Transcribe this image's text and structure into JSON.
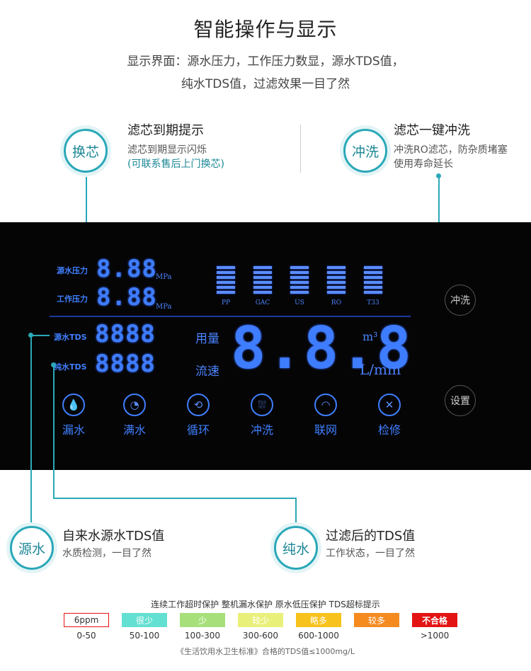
{
  "header": {
    "title": "智能操作与显示",
    "line1": "显示界面：源水压力，工作压力数显，源水TDS值，",
    "line2": "纯水TDS值，过滤效果一目了然"
  },
  "callouts": {
    "filter_change": {
      "badge": "换芯",
      "title": "滤芯到期提示",
      "desc1": "滤芯到期显示闪烁",
      "desc2": "(可联系售后上门换芯)"
    },
    "flush": {
      "badge": "冲洗",
      "title": "滤芯一键冲洗",
      "desc1": "冲洗RO滤芯，防杂质堵塞",
      "desc2": "使用寿命延长"
    },
    "source": {
      "badge": "源水",
      "title": "自来水源水TDS值",
      "desc": "水质检测，一目了然"
    },
    "pure": {
      "badge": "纯水",
      "title": "过滤后的TDS值",
      "desc": "工作状态，一目了然"
    }
  },
  "panel": {
    "source_pressure_label": "源水压力",
    "work_pressure_label": "工作压力",
    "pressure_value": "8.88",
    "pressure_unit": "MPa",
    "source_tds_label": "源水TDS",
    "pure_tds_label": "纯水TDS",
    "tds_value": "8888",
    "usage_label": "用量",
    "flow_label": "流速",
    "big_value": "8.8.8",
    "unit_m3": "m³",
    "unit_flow": "L/min",
    "filters": [
      "PP",
      "GAC",
      "US",
      "RO",
      "T33"
    ],
    "icons": [
      {
        "label": "漏水",
        "icon": "drop-icon",
        "glyph": "💧"
      },
      {
        "label": "满水",
        "icon": "full-water-icon",
        "glyph": "◔"
      },
      {
        "label": "循环",
        "icon": "cycle-icon",
        "glyph": "⟲"
      },
      {
        "label": "冲洗",
        "icon": "shower-icon",
        "glyph": "⛆"
      },
      {
        "label": "联网",
        "icon": "wifi-icon",
        "glyph": "◠"
      },
      {
        "label": "检修",
        "icon": "wrench-icon",
        "glyph": "✕"
      }
    ],
    "btn_flush": "冲洗",
    "btn_settings": "设置"
  },
  "legend": {
    "title": "连续工作超时保护 整机漏水保护 原水低压保护 TDS超标提示",
    "scale": [
      {
        "label": "6ppm",
        "range": "0-50",
        "color": "#ffffff"
      },
      {
        "label": "很少",
        "range": "50-100",
        "color": "#63e0d2"
      },
      {
        "label": "少",
        "range": "100-300",
        "color": "#a7e07a"
      },
      {
        "label": "较少",
        "range": "300-600",
        "color": "#e9f07a"
      },
      {
        "label": "略多",
        "range": "600-1000",
        "color": "#f7c21b"
      },
      {
        "label": "较多",
        "range": "",
        "color": "#f58a1f"
      },
      {
        "label": "不合格",
        "range": ">1000",
        "color": "#e31414"
      }
    ],
    "standard": "《生活饮用水卫生标准》合格的TDS值≤1000mg/L"
  }
}
